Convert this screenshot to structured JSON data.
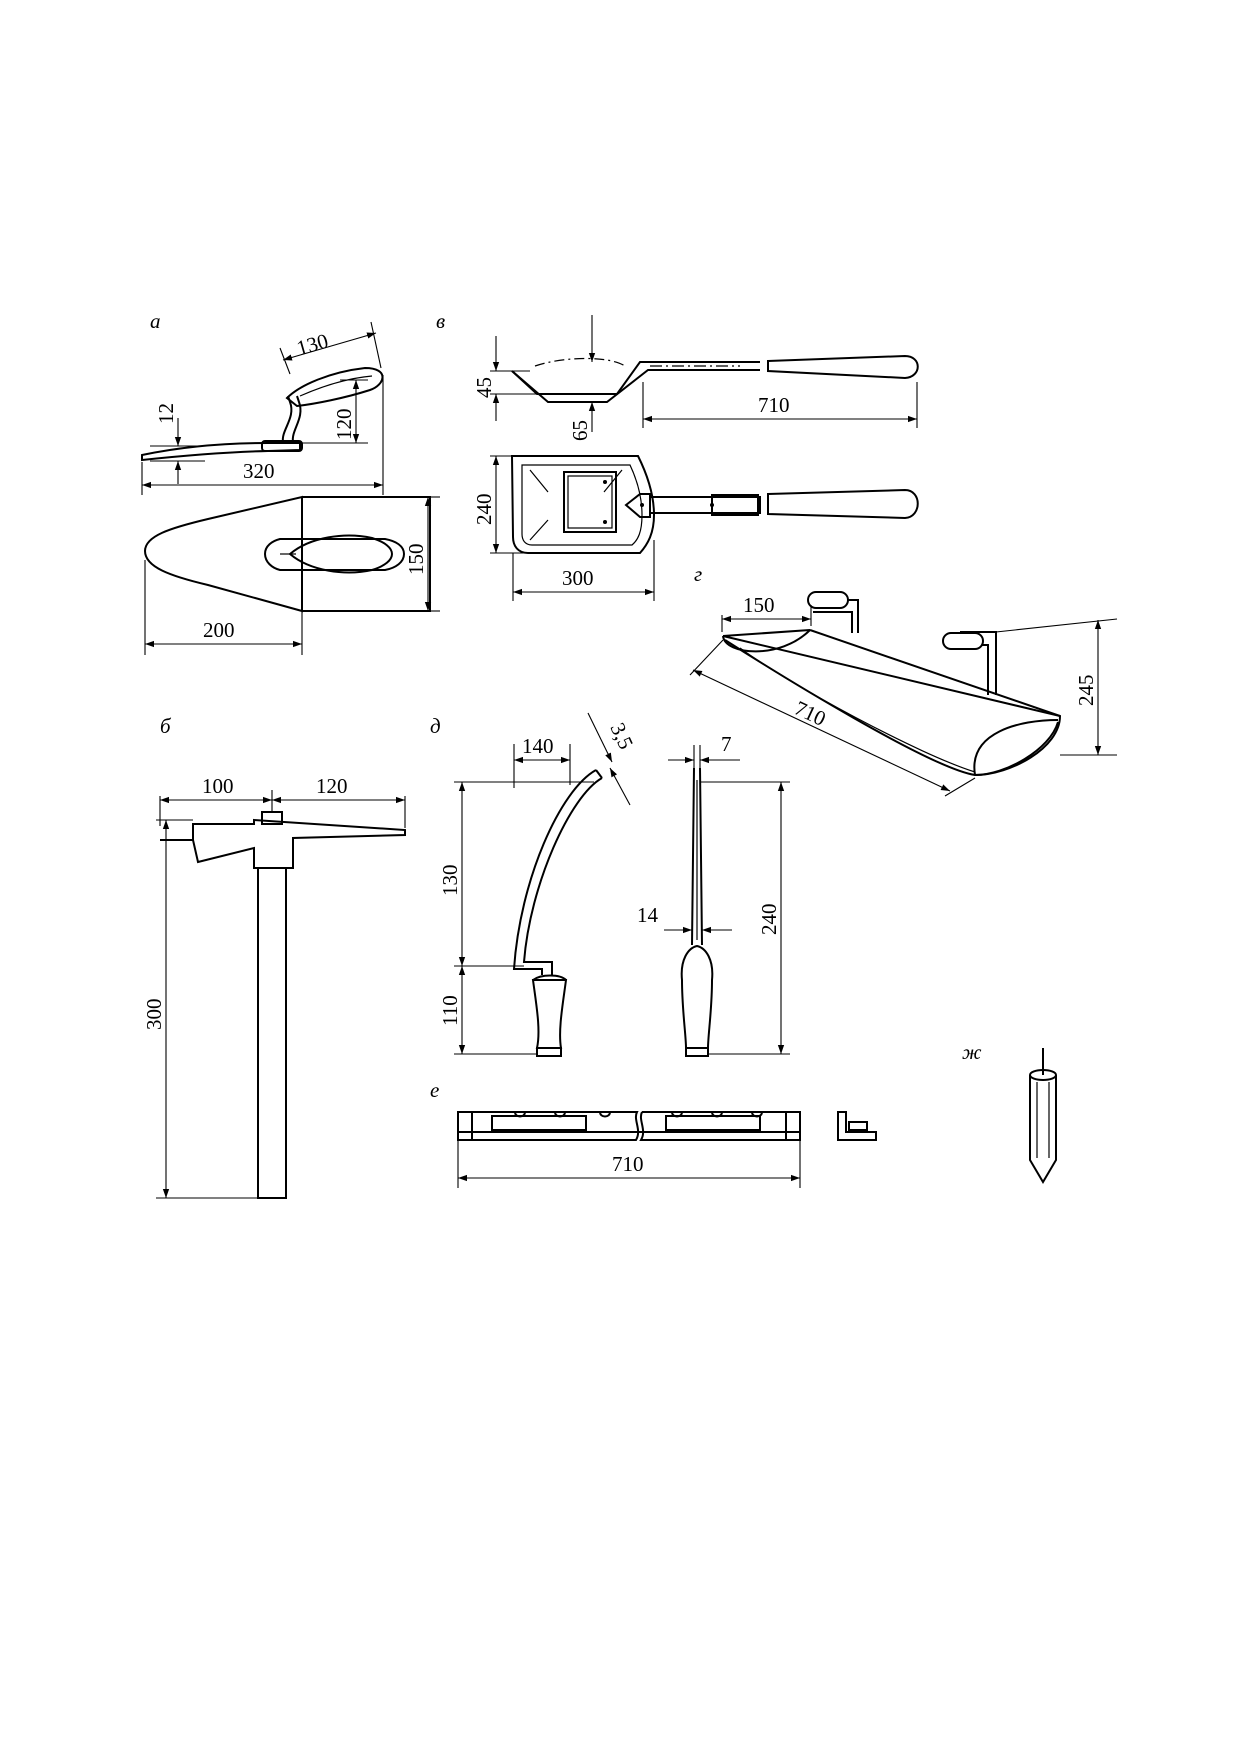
{
  "figure": {
    "panels": [
      {
        "label": "а",
        "dims": [
          "130",
          "12",
          "120",
          "320",
          "150",
          "200"
        ]
      },
      {
        "label": "в",
        "dims": [
          "45",
          "65",
          "710",
          "240",
          "300"
        ]
      },
      {
        "label": "г",
        "dims": [
          "150",
          "710",
          "245"
        ]
      },
      {
        "label": "б",
        "dims": [
          "100",
          "120",
          "300"
        ]
      },
      {
        "label": "д",
        "dims": [
          "140",
          "3,5",
          "7",
          "130",
          "14",
          "240",
          "110"
        ]
      },
      {
        "label": "е",
        "dims": [
          "710"
        ]
      },
      {
        "label": "ж",
        "dims": []
      }
    ]
  }
}
